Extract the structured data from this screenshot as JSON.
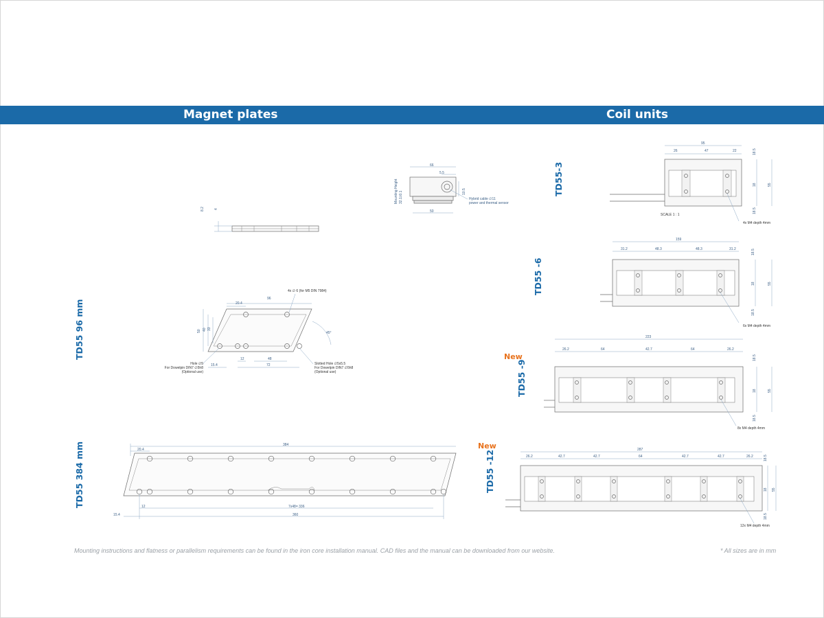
{
  "headers": {
    "magnet_plates": "Magnet plates",
    "coil_units": "Coil units"
  },
  "colors": {
    "banner": "#1b6aa8",
    "label": "#1b6aa8",
    "new_tag": "#e8731e",
    "dimension": "#3b5f86"
  },
  "sensor": {
    "d_66": "66",
    "d_5_5": "5.5",
    "d_50": "50",
    "d_10_5": "10.5",
    "mounting_height": "Mounting Height",
    "mounting_value": "32.1±0.1",
    "cable_note_1": "Hybrid cable ∅11",
    "cable_note_2": "power and thermal sensor"
  },
  "side_view": {
    "d_8_2": "8.2",
    "d_4": "4"
  },
  "td55_96": {
    "label": "TD55 96 mm",
    "d_20_4": "20.4",
    "d_96": "96",
    "d_50": "50",
    "d_40": "40",
    "d_33": "33",
    "d_12": "12",
    "d_48": "48",
    "d_72": "72",
    "d_15_4": "15.4",
    "angle": "45°",
    "screw_note": "4x ∅ 6 (for M5 DIN 7984)",
    "hole_note_1": "Hole ∅5",
    "hole_note_2": "For Dowelpin DIN7 ∅5h8",
    "hole_note_3": "(Optional use)",
    "slot_note_1": "Slotted Hole ∅5x5.5",
    "slot_note_2": "For Dowelpin DIN7 ∅5h8",
    "slot_note_3": "(Optional use)"
  },
  "td55_384": {
    "label": "TD55 384 mm",
    "d_20_4": "20.4",
    "d_384": "384",
    "d_12": "12",
    "d_pitch": "7x48= 336",
    "d_360": "360",
    "d_15_4": "15.4"
  },
  "td55_3": {
    "label": "TD55-3",
    "d_95": "95",
    "d_26": "26",
    "d_47": "47",
    "d_22": "22",
    "d_18_5a": "18.5",
    "d_18": "18",
    "d_55": "55",
    "d_18_5b": "18.5",
    "scale": "SCALE 1 : 1",
    "note": "4x M4 depth 4mm"
  },
  "td55_6": {
    "label": "TD55 -6",
    "d_159": "159",
    "d_31_2a": "31.2",
    "d_48_3a": "48.3",
    "d_48_3b": "48.3",
    "d_31_2b": "31.2",
    "d_18_5a": "18.5",
    "d_18": "18",
    "d_55": "55",
    "d_18_5b": "18.5",
    "note": "6x M4 depth 4mm"
  },
  "td55_9": {
    "label": "TD55 -9",
    "new": "New",
    "d_223": "223",
    "d_26_2a": "26.2",
    "d_64a": "64",
    "d_42_7": "42.7",
    "d_64b": "64",
    "d_26_2b": "26.2",
    "d_18_5a": "18.5",
    "d_18": "18",
    "d_55": "55",
    "d_18_5b": "18.5",
    "note": "8x M4 depth 4mm"
  },
  "td55_12": {
    "label": "TD55 -12",
    "new": "New",
    "d_287": "287",
    "d_26_2a": "26.2",
    "d_42_7a": "42.7",
    "d_42_7b": "42.7",
    "d_64": "64",
    "d_42_7c": "42.7",
    "d_42_7d": "42.7",
    "d_26_2b": "26.2",
    "d_18_5a": "18.5",
    "d_18": "18",
    "d_55": "55",
    "d_18_5b": "18.5",
    "note": "12x M4 depth 4mm"
  },
  "footer": {
    "note": "Mounting instructions and flatness or parallelism requirements can be found in the iron core installation manual. CAD files and the manual can be downloaded from our website.",
    "sizes": "* All sizes are in mm"
  }
}
